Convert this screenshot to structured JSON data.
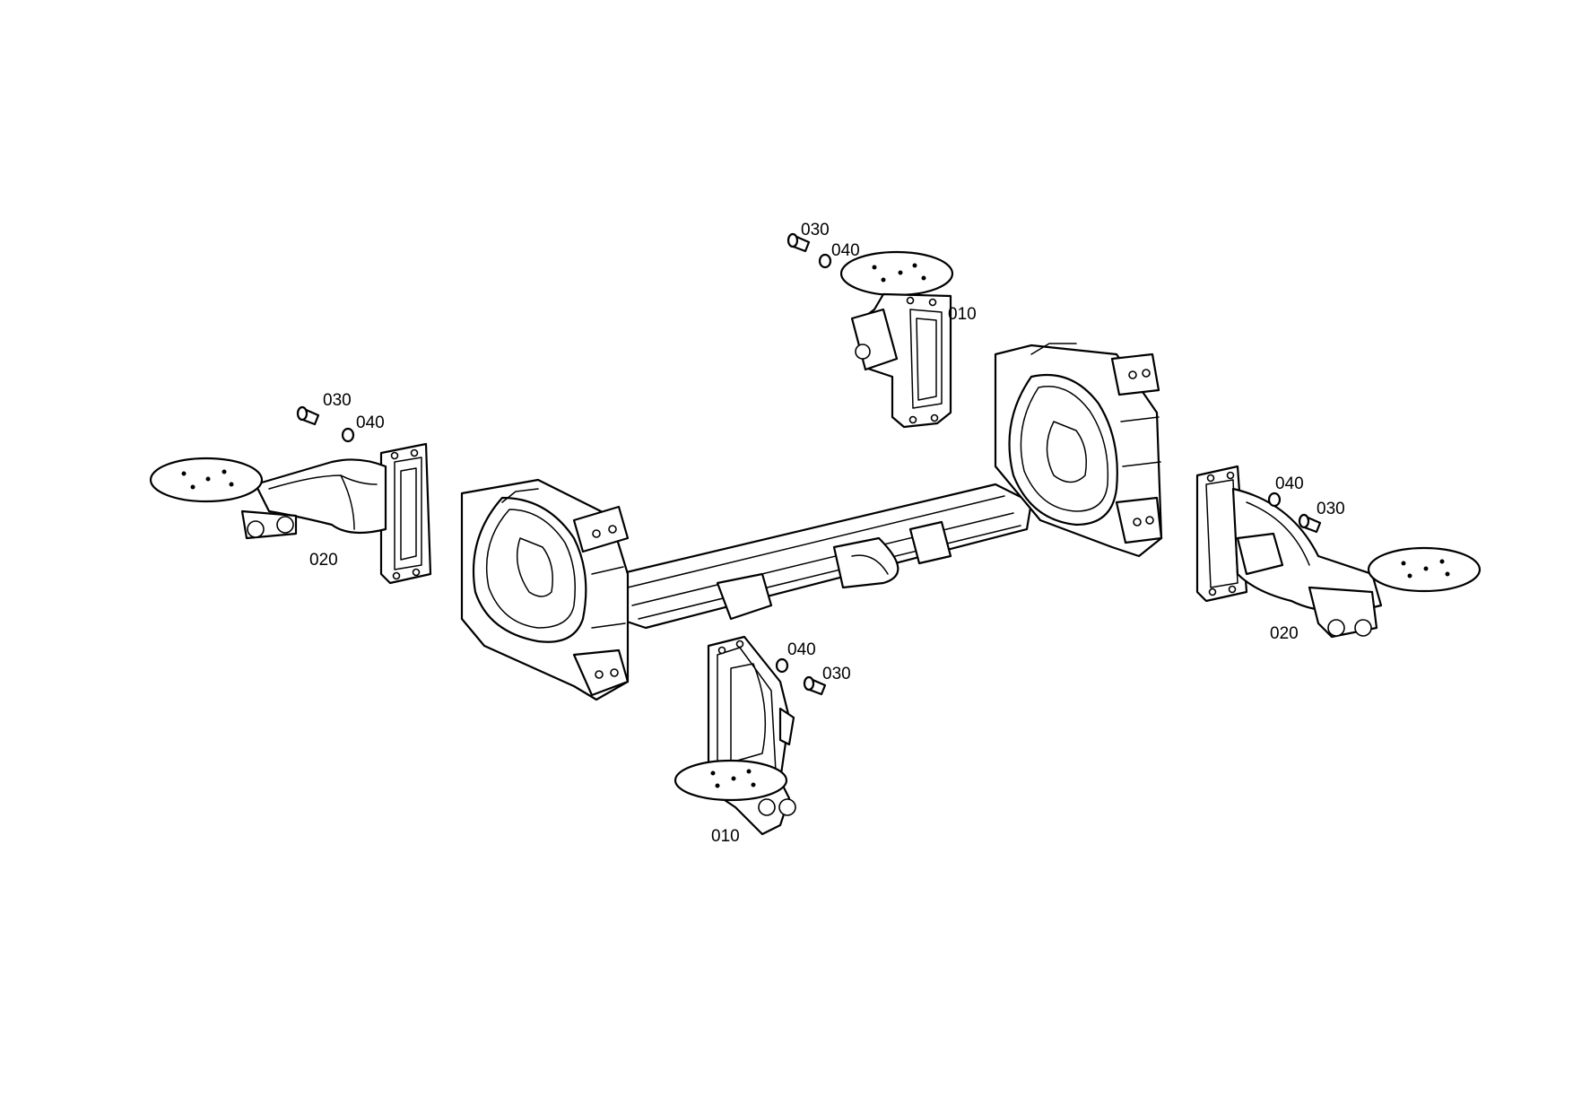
{
  "callouts": {
    "bracket_top": {
      "part": "010",
      "bolt": "030",
      "washer": "040"
    },
    "bracket_bottom": {
      "part": "010",
      "bolt": "030",
      "washer": "040"
    },
    "arm_left": {
      "part": "020",
      "bolt": "030",
      "washer": "040"
    },
    "arm_right": {
      "part": "020",
      "bolt": "030",
      "washer": "040"
    }
  },
  "colors": {
    "line": "#000000",
    "background": "#ffffff"
  }
}
